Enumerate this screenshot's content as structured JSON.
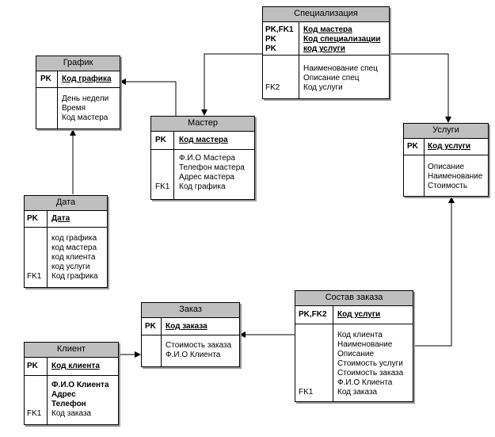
{
  "entities": {
    "specializaciya": {
      "title": "Специализация",
      "keys": [
        {
          "label": "PK,FK1",
          "name": "Код мастера"
        },
        {
          "label": "PK",
          "name": "Код специализации"
        },
        {
          "label": "PK",
          "name": "код услуги"
        }
      ],
      "attrs": [
        {
          "label": "",
          "name": "Наименование спец"
        },
        {
          "label": "",
          "name": "Описание спец"
        },
        {
          "label": "FK2",
          "name": "Код услуги"
        }
      ]
    },
    "grafik": {
      "title": "График",
      "keys": [
        {
          "label": "PK",
          "name": "Код графика"
        }
      ],
      "attrs": [
        {
          "label": "",
          "name": "День недели"
        },
        {
          "label": "",
          "name": "Время"
        },
        {
          "label": "",
          "name": "Код мастера"
        }
      ]
    },
    "master": {
      "title": "Мастер",
      "keys": [
        {
          "label": "PK",
          "name": "Код мастера"
        }
      ],
      "attrs": [
        {
          "label": "",
          "name": "Ф.И.О Мастера"
        },
        {
          "label": "",
          "name": "Телефон мастера"
        },
        {
          "label": "",
          "name": "Адрес мастера"
        },
        {
          "label": "FK1",
          "name": "Код графика"
        }
      ]
    },
    "uslugi": {
      "title": "Услуги",
      "keys": [
        {
          "label": "PK",
          "name": "Код услуги"
        }
      ],
      "attrs": [
        {
          "label": "",
          "name": "Описание"
        },
        {
          "label": "",
          "name": "Наименование"
        },
        {
          "label": "",
          "name": "Стоимость"
        }
      ]
    },
    "data": {
      "title": "Дата",
      "keys": [
        {
          "label": "PK",
          "name": "Дата"
        }
      ],
      "attrs": [
        {
          "label": "",
          "name": "код графика"
        },
        {
          "label": "",
          "name": "код мастера"
        },
        {
          "label": "",
          "name": "код клиента"
        },
        {
          "label": "",
          "name": "код услуги"
        },
        {
          "label": "FK1",
          "name": "Код графика"
        }
      ]
    },
    "sostav": {
      "title": "Состав заказа",
      "keys": [
        {
          "label": "PK,FK2",
          "name": "Код услуги"
        }
      ],
      "attrs": [
        {
          "label": "",
          "name": "Код клиента"
        },
        {
          "label": "",
          "name": "Наименование"
        },
        {
          "label": "",
          "name": "Описание"
        },
        {
          "label": "",
          "name": "Стоимость услуги"
        },
        {
          "label": "",
          "name": "Стоимость заказа"
        },
        {
          "label": "",
          "name": "Ф.И.О Клиента"
        },
        {
          "label": "FK1",
          "name": "Код заказа"
        }
      ]
    },
    "zakaz": {
      "title": "Заказ",
      "keys": [
        {
          "label": "PK",
          "name": "Код заказа"
        }
      ],
      "attrs": [
        {
          "label": "",
          "name": "Стоимость заказа"
        },
        {
          "label": "",
          "name": "Ф.И.О Клиента"
        }
      ]
    },
    "klient": {
      "title": "Клиент",
      "keys": [
        {
          "label": "PK",
          "name": "Код клиента"
        }
      ],
      "attrs": [
        {
          "label": "",
          "name": "Ф.И.О Клиента",
          "bold": true
        },
        {
          "label": "",
          "name": "Адрес",
          "bold": true
        },
        {
          "label": "",
          "name": "Телефон",
          "bold": true
        },
        {
          "label": "FK1",
          "name": "Код заказа"
        }
      ]
    }
  }
}
